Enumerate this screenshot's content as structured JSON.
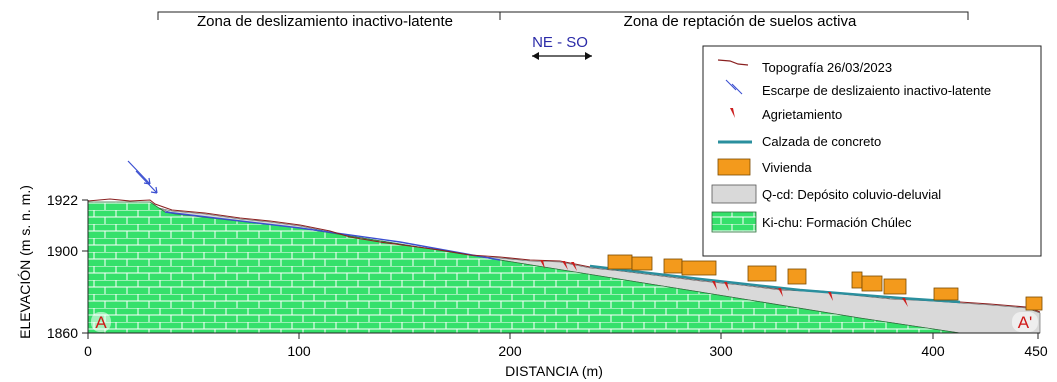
{
  "zones": {
    "left": "Zona de deslizamiento inactivo-latente",
    "right": "Zona de reptación de suelos activa"
  },
  "direction_label": "NE - SO",
  "axes": {
    "y_label": "ELEVACIÓN (m s. n. m.)",
    "x_label": "DISTANCIA (m)",
    "y_ticks": [
      "1922",
      "1900",
      "1860"
    ],
    "x_ticks": [
      "0",
      "100",
      "200",
      "300",
      "400",
      "450"
    ]
  },
  "section_marks": {
    "start": "A",
    "end": "A'"
  },
  "legend": {
    "items": [
      {
        "label": "Topografía 26/03/2023",
        "symbol": "topography-line-icon"
      },
      {
        "label": "Escarpe de deslizaiento inactivo-latente",
        "symbol": "scarp-arrow-icon"
      },
      {
        "label": "Agrietamiento",
        "symbol": "crack-icon"
      },
      {
        "label": "Calzada de concreto",
        "symbol": "concrete-road-icon"
      },
      {
        "label": "Vivienda",
        "symbol": "house-block-icon"
      },
      {
        "label": "Q-cd: Depósito coluvio-deluvial",
        "symbol": "deposit-fill-icon"
      },
      {
        "label": "Ki-chu: Formación Chúlec",
        "symbol": "formation-fill-icon"
      }
    ]
  },
  "colors": {
    "formation": "#35e06b",
    "deposit": "#d9d9d9",
    "topography": "#8a2020",
    "road": "#2a8f9e",
    "house": "#f39a1c",
    "crack": "#cc1f1f",
    "scarp": "#3b4fd1"
  }
}
